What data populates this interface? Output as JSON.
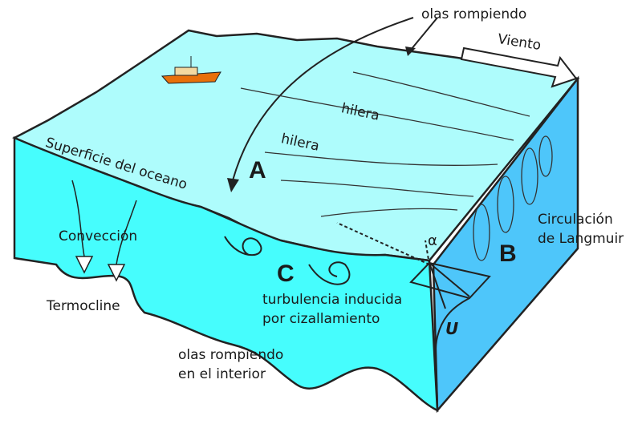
{
  "title_labels": {
    "breaking_waves_top": "olas rompiendo",
    "wind": "Viento",
    "row_1": "hilera",
    "row_2": "hilera",
    "surface": "Superficie del oceano",
    "convection": "Convección",
    "thermocline": "Termocline",
    "langmuir_1": "Circulación",
    "langmuir_2": "de Langmuir",
    "shear_1": "turbulencia inducida",
    "shear_2": "por cizallamiento",
    "interior_1": "olas rompiendo",
    "interior_2": "en el interior",
    "alpha": "α",
    "u": "U"
  },
  "markers": {
    "a": "A",
    "b": "B",
    "c": "C"
  },
  "colors": {
    "top": "#aefcfc",
    "front": "#46fdfd",
    "side": "#4ec6fa",
    "ship": "#e8700a"
  }
}
